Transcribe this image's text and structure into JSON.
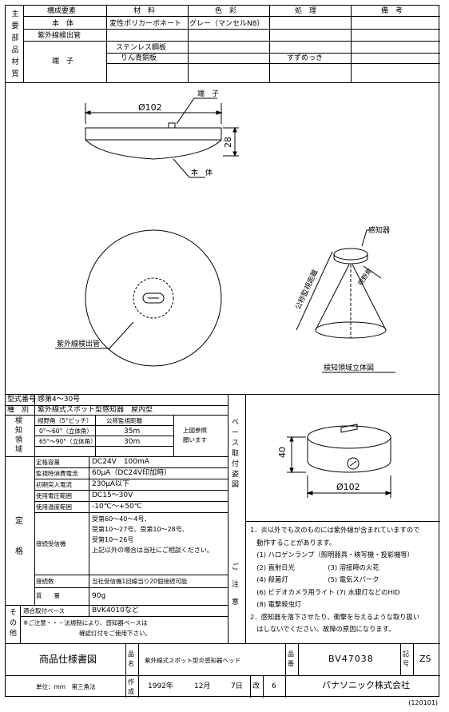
{
  "materials_table": {
    "side_label": [
      "主",
      "要",
      "部",
      "品",
      "材",
      "質"
    ],
    "headers": {
      "component": "構成要素",
      "material": "材　料",
      "color": "色　彩",
      "treatment": "処　理",
      "note": "備　考"
    },
    "rows": [
      {
        "component": "本　体",
        "material": "変性ポリカーボネート",
        "color": "グレー（マンセルN8）",
        "treatment": "",
        "note": ""
      },
      {
        "component": "紫外線検出管",
        "material": "",
        "color": "",
        "treatment": "",
        "note": ""
      },
      {
        "component": "端　子",
        "material": "ステンレス鋼板",
        "color": "",
        "treatment": "",
        "note": ""
      },
      {
        "component": "",
        "material": "りん青銅板",
        "color": "",
        "treatment": "すずめっき",
        "note": ""
      }
    ]
  },
  "drawing": {
    "terminal_label": "端　子",
    "diameter": "Ø102",
    "height": "28",
    "body_label": "本　体",
    "uv_tube_label": "紫外線検出管",
    "sensor_label": "感知器",
    "distance_label": "公称監視距離",
    "view_angle_label": "視野角",
    "detect_area_label": "検知領域立体図"
  },
  "spec": {
    "model_label": "型式番号",
    "model_value": "感第4～30号",
    "type_label": "種　別",
    "type_value": "紫外線式スポット型感知器　屋内型",
    "area_side": [
      "検",
      "知",
      "領",
      "域"
    ],
    "fov_header": "視野角（5°ピッチ）",
    "dist_header": "公称監視距離",
    "fov_rows": [
      {
        "angle": "0°～60°（立体角）",
        "dist": "35m"
      },
      {
        "angle": "65°～90°（立体角）",
        "dist": "30m"
      }
    ],
    "fig_ref": "上図参照",
    "fig_ref2": "願います",
    "rated_side": [
      "定"
    ],
    "case_side": [
      "格"
    ],
    "rows": [
      {
        "label": "定格容量",
        "value": "DC24V　100mA"
      },
      {
        "label": "監視時消費電流",
        "value": "60μA（DC24V印加時）"
      },
      {
        "label": "初期突入電流",
        "value": "230μA以下"
      },
      {
        "label": "使用電圧範囲",
        "value": "DC15～30V"
      },
      {
        "label": "使用温度範囲",
        "value": "-10℃～+50℃"
      }
    ],
    "receiver_label": "接続受信機",
    "receiver_lines": [
      "受第60～40～4号、",
      "受第10～27号、受第10～28号、",
      "受第10～26号",
      "上記以外の場合は当社にご相談ください。"
    ],
    "connect_label": "接続数",
    "connect_value": "当社受信機1回線当り20個接続可能",
    "mass_label": "質　　量",
    "mass_value": "90g",
    "other_side": [
      "そ",
      "の",
      "他"
    ],
    "base_label": "適合取付ベース",
    "base_value": "BVK4010など",
    "caution_line1": "※ご注意・・・法規制により、感知器ベースは",
    "caution_line2": "確認灯付をご使用下さい。"
  },
  "base_mount": {
    "side": [
      "ベ",
      "ー",
      "ス",
      "取",
      "付",
      "姿",
      "図"
    ],
    "height": "40",
    "diameter": "Ø102"
  },
  "notes": {
    "side": [
      "ご",
      "注",
      "意"
    ],
    "lines": [
      "1．炎以外でも次のものには紫外線が含まれていますので",
      "　動作することがあります。",
      "　(1) ハロゲンランプ（照明器具・映写機・投影機等）",
      "　(2) 直射日光　　　　　(3) 溶接時の火花",
      "　(4) 殺菌灯　　　　　　(5) 電気スパーク",
      "　(6) ビデオカメラ用ライト (7) 水銀灯などのHID",
      "　(8) 電撃殺虫灯",
      "2．感知器を落下させたり、衝撃を与えるような取り扱い",
      "　はしないでください。故障の原因になります。"
    ]
  },
  "title_block": {
    "doc_title": "商品仕様書図",
    "name_label": "品名",
    "product_name": "紫外線式スポット型炎感知器ヘッド",
    "number_label": "品番",
    "product_number": "BV47038",
    "symbol_label": "記号",
    "symbol": "ZS",
    "unit": "単位：mm　第三角法",
    "made_label": "作成",
    "date_year": "1992年",
    "date_month": "12月",
    "date_day": "7日",
    "rev_label": "改",
    "rev": "6",
    "company": "パナソニック株式会社"
  },
  "footer_code": "(120101)"
}
